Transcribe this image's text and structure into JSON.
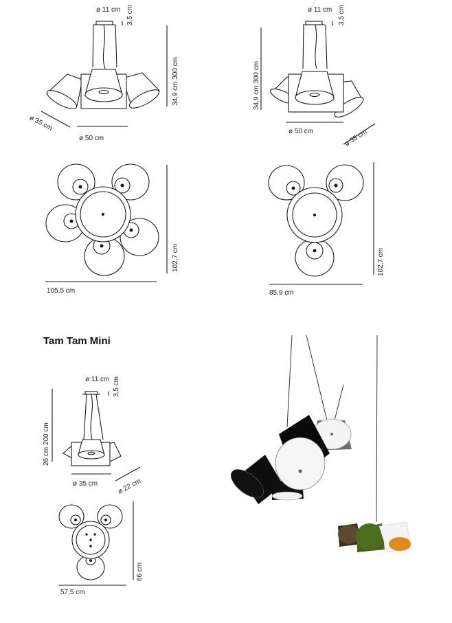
{
  "diagram_a": {
    "canopy_diameter": "ø 11 cm",
    "canopy_height": "3,5 cm",
    "drop_height": "34,9 cm 300 cm",
    "shade_small": "ø 35 cm",
    "shade_large": "ø 50 cm",
    "plan_height": "102,7 cm",
    "plan_width": "105,5 cm"
  },
  "diagram_b": {
    "canopy_diameter": "ø 11 cm",
    "canopy_height": "3,5 cm",
    "drop_height": "34,9 cm 300 cm",
    "shade_large": "ø 50 cm",
    "shade_small": "ø 35 cm",
    "plan_height": "102,7 cm",
    "plan_width": "85,9 cm"
  },
  "mini": {
    "title": "Tam Tam Mini",
    "canopy_diameter": "ø 11 cm",
    "canopy_height": "3,5 cm",
    "drop_height": "26 cm 200 cm",
    "shade_large": "ø 35 cm",
    "shade_small": "ø 22 cm",
    "plan_height": "66 cm",
    "plan_width": "57,5 cm"
  },
  "colors": {
    "line": "#1a1a1a",
    "black_shade": "#111111",
    "white_shade": "#f2f2f2",
    "olive_shade": "#4a6a1a",
    "brown_shade": "#4a3a20",
    "orange_inner": "#e08a1e"
  }
}
